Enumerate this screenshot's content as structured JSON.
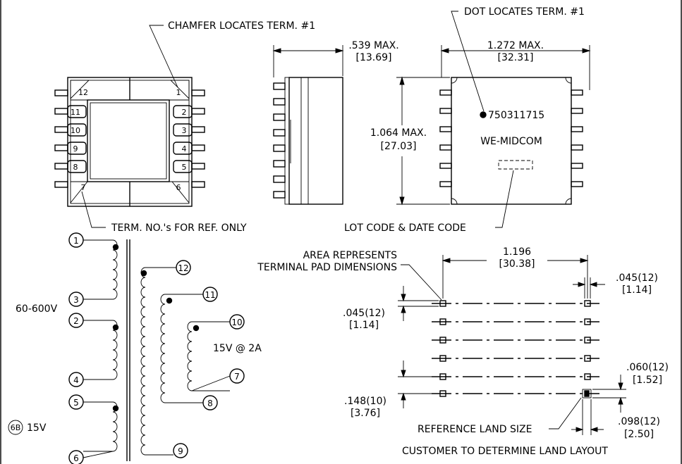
{
  "notes": {
    "chamfer": "CHAMFER LOCATES TERM. #1",
    "dot": "DOT LOCATES TERM. #1",
    "term_ref": "TERM. NO.'s FOR REF. ONLY",
    "lot_code": "LOT CODE & DATE CODE",
    "area_line1": "AREA REPRESENTS",
    "area_line2": "TERMINAL PAD DIMENSIONS",
    "ref_land": "REFERENCE LAND SIZE",
    "customer": "CUSTOMER TO DETERMINE LAND LAYOUT"
  },
  "dims": {
    "depth": ".539 MAX.",
    "depth_mm": "[13.69]",
    "width": "1.272 MAX.",
    "width_mm": "[32.31]",
    "height": "1.064 MAX.",
    "height_mm": "[27.03]",
    "pad_span": "1.196",
    "pad_span_mm": "[30.38]",
    "pad_w_top": ".045(12)",
    "pad_w_top_mm": "[1.14]",
    "pad_h_left": ".045(12)",
    "pad_h_left_mm": "[1.14]",
    "pitch": ".148(10)",
    "pitch_mm": "[3.76]",
    "land_w": ".060(12)",
    "land_w_mm": "[1.52]",
    "land_l": ".098(12)",
    "land_l_mm": "[2.50]"
  },
  "part": {
    "number": "750311715",
    "brand": "WE-MIDCOM"
  },
  "bottom_view_pins": {
    "left": [
      "12",
      "11",
      "10",
      "9",
      "8",
      "7"
    ],
    "right": [
      "1",
      "2",
      "3",
      "4",
      "5",
      "6"
    ]
  },
  "schematic": {
    "pins": [
      "1",
      "3",
      "2",
      "4",
      "5",
      "6",
      "12",
      "9",
      "11",
      "8",
      "10",
      "7"
    ],
    "primary_label": "60-600V",
    "secondary_label": "15V @ 2A",
    "aux_tag": "6B",
    "aux_label": "15V"
  }
}
